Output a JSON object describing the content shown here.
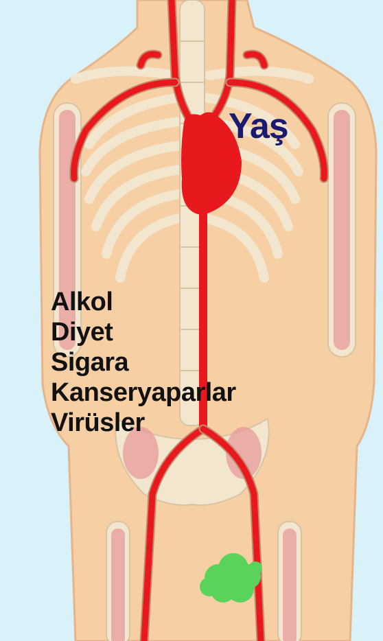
{
  "labels": {
    "age": "Yaş",
    "risk_factors": [
      "Alkol",
      "Diyet",
      "Sigara",
      "Kanseryaparlar",
      "Virüsler"
    ]
  },
  "colors": {
    "background": "#d9f1f8",
    "skin": "#f7cfa5",
    "skin_outline": "#e6b48a",
    "bone": "#f3e6cf",
    "bone_outline": "#d8c4a2",
    "artery": "#e8191c",
    "artery_edge": "#c48a70",
    "marrow": "#e89a9a",
    "tumor": "#5ad35a",
    "age_text": "#1a1a6e",
    "risk_text": "#111111"
  },
  "icons": {
    "heart": "heart-icon",
    "tumor": "tumor-blob"
  }
}
